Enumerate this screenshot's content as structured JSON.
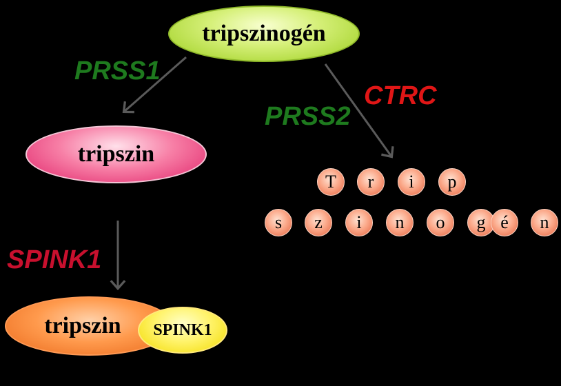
{
  "nodes": {
    "trypsinogen": "tripszinogén",
    "trypsin": "tripszin",
    "trypsin_complex": "tripszin",
    "spink1": "SPINK1"
  },
  "enzymes": {
    "prss1": "PRSS1",
    "prss2": "PRSS2",
    "ctrc": "CTRC",
    "spink1": "SPINK1"
  },
  "fragments": {
    "row1": [
      "T",
      "r",
      "i",
      "p"
    ],
    "row2": [
      "s",
      "z",
      "i",
      "n",
      "o",
      "g",
      "é",
      "n"
    ]
  },
  "colors": {
    "background": "#000000",
    "arrow": "#595959",
    "enzyme_green": "#1e7a1e",
    "enzyme_red": "#e01616"
  }
}
